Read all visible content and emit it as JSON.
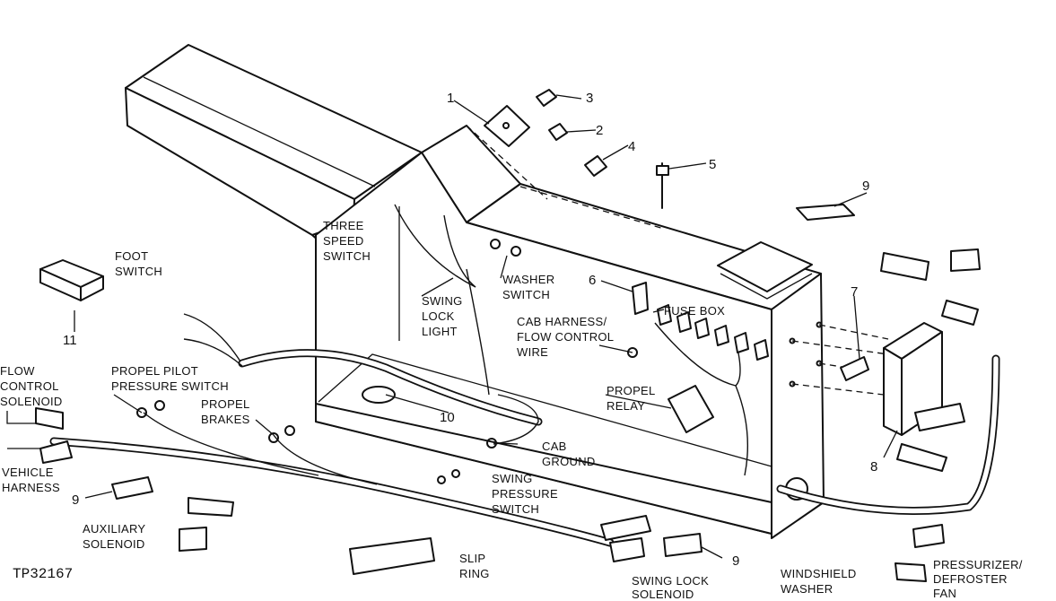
{
  "figure_code": "TP32167",
  "labels": {
    "three_speed_switch": [
      "THREE",
      "SPEED",
      "SWITCH"
    ],
    "foot_switch": [
      "FOOT",
      "SWITCH"
    ],
    "swing_lock_light": [
      "SWING",
      "LOCK",
      "LIGHT"
    ],
    "washer_switch": [
      "WASHER",
      "SWITCH"
    ],
    "cab_harness": [
      "CAB HARNESS/",
      "FLOW CONTROL",
      "WIRE"
    ],
    "fuse_box": "FUSE BOX",
    "flow_control_solenoid": [
      "FLOW",
      "CONTROL",
      "SOLENOID"
    ],
    "propel_pilot_pressure_switch": [
      "PROPEL PILOT",
      "PRESSURE SWITCH"
    ],
    "propel_brakes": [
      "PROPEL",
      "BRAKES"
    ],
    "propel_relay": [
      "PROPEL",
      "RELAY"
    ],
    "vehicle_harness": [
      "VEHICLE",
      "HARNESS"
    ],
    "cab_ground": [
      "CAB",
      "GROUND"
    ],
    "swing_pressure_switch": [
      "SWING",
      "PRESSURE",
      "SWITCH"
    ],
    "auxiliary_solenoid": [
      "AUXILIARY",
      "SOLENOID"
    ],
    "slip_ring": [
      "SLIP",
      "RING"
    ],
    "swing_lock_solenoid": [
      "SWING LOCK",
      "SOLENOID"
    ],
    "windshield_washer": [
      "WINDSHIELD",
      "WASHER"
    ],
    "pressurizer_defroster_fan": [
      "PRESSURIZER/",
      "DEFROSTER",
      "FAN"
    ]
  },
  "callouts": {
    "c1": "1",
    "c2": "2",
    "c3": "3",
    "c4": "4",
    "c5": "5",
    "c6": "6",
    "c7": "7",
    "c8": "8",
    "c9a": "9",
    "c9b": "9",
    "c9c": "9",
    "c10": "10",
    "c11": "11"
  }
}
